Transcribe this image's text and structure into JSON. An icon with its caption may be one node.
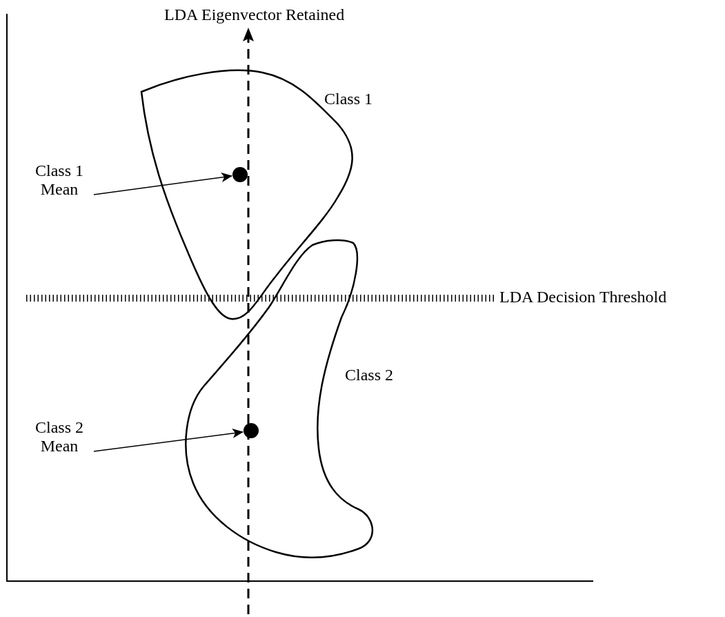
{
  "diagram": {
    "nodes": [
      {
        "text": [
          "Class 1"
        ]
      },
      {
        "text": [],
        "shape": "circle",
        "in": 0
      },
      {
        "text": [
          "Class 1 Mean"
        ]
      },
      {
        "text": [
          "Class 2"
        ]
      },
      {
        "text": [],
        "shape": "circle",
        "in": 3
      },
      {
        "text": [
          "Class 2 Mean"
        ]
      }
    ],
    "edges": [
      {
        "from": 2,
        "to": 1,
        "arrow": "to"
      },
      {
        "from": 5,
        "to": 4,
        "arrow": "to"
      }
    ],
    "labels": [
      "LDA Eigenvector Retained",
      "LDA Decision Threshold"
    ]
  }
}
